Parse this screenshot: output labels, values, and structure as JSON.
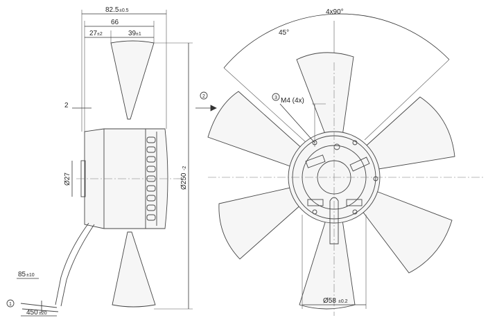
{
  "dimensions": {
    "overall_depth": "82.5",
    "overall_depth_tol": "±0.5",
    "depth_66": "66",
    "dim_27": "27",
    "dim_27_tol": "±2",
    "dim_39": "39",
    "dim_39_tol": "±1",
    "gap_2": "2",
    "diameter_27": "Ø27",
    "diameter_250": "Ø250",
    "diameter_250_tol": "-2",
    "cable_85": "85",
    "cable_85_tol": "±10",
    "cable_450": "450",
    "cable_450_tol": "±20",
    "angle_4x90": "4x90°",
    "angle_45": "45°",
    "thread": "M4 (4x)",
    "diameter_58": "Ø58",
    "diameter_58_tol": "±0.2"
  },
  "callouts": {
    "c1": "1",
    "c2": "2",
    "c3": "3"
  },
  "colors": {
    "line": "#444444",
    "fill": "#f6f6f6"
  }
}
